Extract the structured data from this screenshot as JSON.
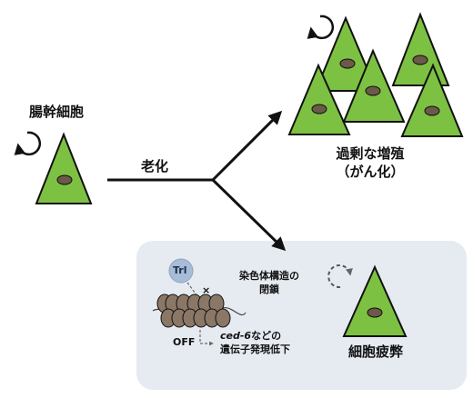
{
  "labels": {
    "stem_cell": "腸幹細胞",
    "aging": "老化",
    "hyperproliferation": "過剰な増殖",
    "cancer": "（がん化）",
    "trl": "Trl",
    "x_mark": "×",
    "chromatin_closing_line1": "染色体構造の",
    "chromatin_closing_line2": "閉鎖",
    "off": "OFF",
    "gene_name": "ced-6",
    "gene_suffix": "などの",
    "gene_expression_line2": "遺伝子発現低下",
    "exhaustion": "細胞疲弊"
  },
  "colors": {
    "cell_fill": "#7dc142",
    "cell_stroke": "#111111",
    "nucleus": "#6b5a48",
    "panel_bg": "#e6ebf1",
    "trl_fill": "#a7bcd6",
    "nucleosome": "#8a7766"
  },
  "icons": {
    "rotation": "circular-arrow-icon",
    "dashed_rotation": "dashed-circular-arrow-icon",
    "arrow": "arrow-icon"
  }
}
